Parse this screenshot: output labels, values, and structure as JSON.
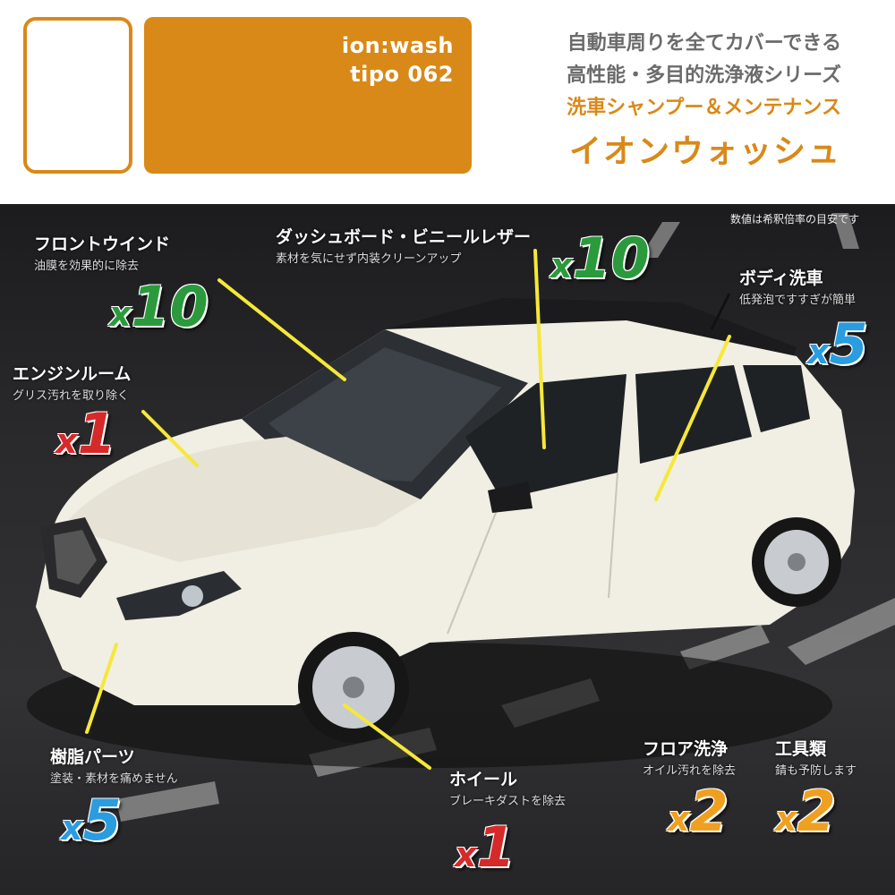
{
  "brand": {
    "line1": "ion:wash",
    "line2": "tipo 062"
  },
  "taglines": [
    "自動車周りを全てカバーできる",
    "高性能・多目的洗浄液シリーズ",
    "洗車シャンプー＆メンテナンス",
    "イオンウォッシュ"
  ],
  "note": "数値は希釈倍率の目安です",
  "colors": {
    "accent": "#d98918",
    "green": "#2a9a3c",
    "red": "#d62a2a",
    "blue": "#2a9ce0",
    "orange": "#f0a020",
    "pointer": "#f5e83a"
  },
  "items": [
    {
      "title": "フロントウインド",
      "sub": "油膜を効果的に除去",
      "x": "x",
      "n": "10",
      "color": "green"
    },
    {
      "title": "ダッシュボード・ビニールレザー",
      "sub": "素材を気にせず内装クリーンアップ",
      "x": "x",
      "n": "10",
      "color": "green"
    },
    {
      "title": "ボディ洗車",
      "sub": "低発泡ですすぎが簡単",
      "x": "x",
      "n": "5",
      "color": "blue"
    },
    {
      "title": "エンジンルーム",
      "sub": "グリス汚れを取り除く",
      "x": "x",
      "n": "1",
      "color": "red"
    },
    {
      "title": "樹脂パーツ",
      "sub": "塗装・素材を痛めません",
      "x": "x",
      "n": "5",
      "color": "blue"
    },
    {
      "title": "ホイール",
      "sub": "ブレーキダストを除去",
      "x": "x",
      "n": "1",
      "color": "red"
    },
    {
      "title": "フロア洗浄",
      "sub": "オイル汚れを除去",
      "x": "x",
      "n": "2",
      "color": "orange"
    },
    {
      "title": "工具類",
      "sub": "錆も予防します",
      "x": "x",
      "n": "2",
      "color": "orange"
    }
  ]
}
